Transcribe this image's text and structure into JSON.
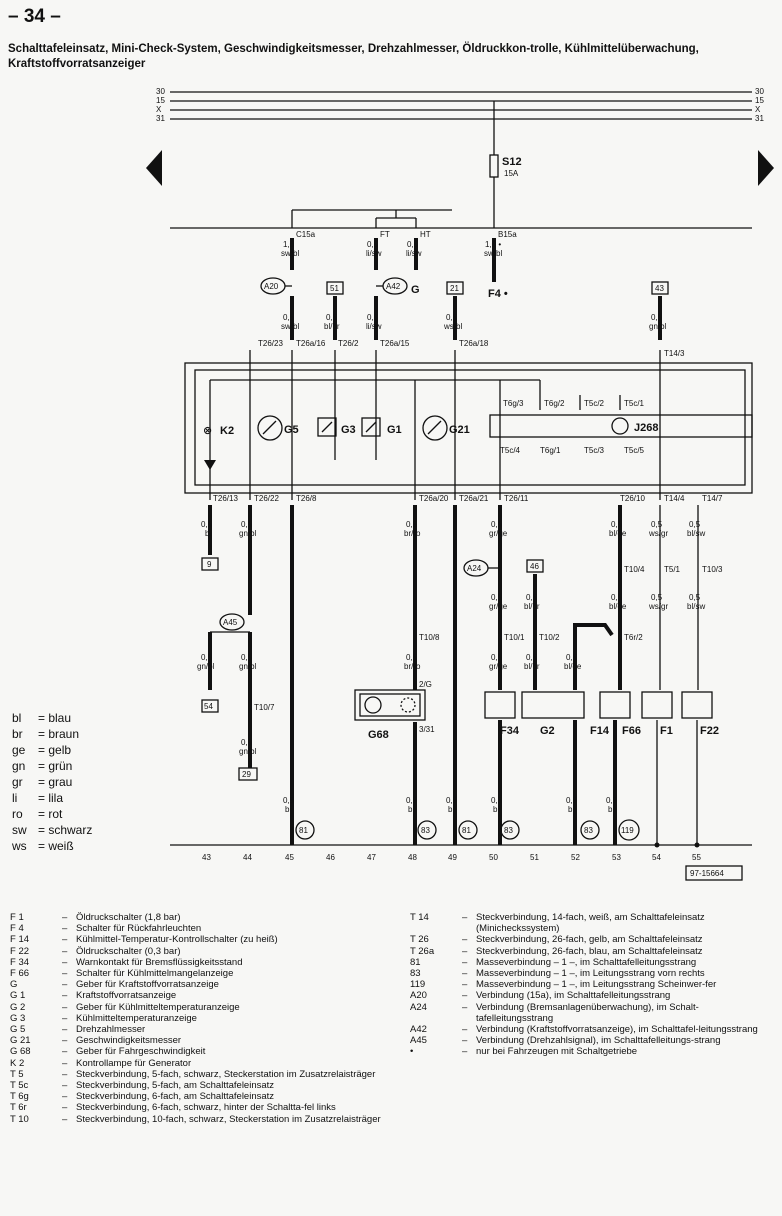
{
  "page": {
    "number": "– 34 –"
  },
  "title": "Schalttafeleinsatz, Mini-Check-System, Geschwindigkeitsmesser, Drehzahlmesser, Öldruckkon-trolle, Kühlmittelüberwachung, Kraftstoffvorratsanzeiger",
  "busbars": [
    "30",
    "15",
    "X",
    "31"
  ],
  "fuse": {
    "name": "S12",
    "rating": "15A"
  },
  "connectors": {
    "c15a": "C15a",
    "ft": "FT",
    "ht": "HT",
    "b15a": "B15a",
    "t26_23": "T26/23",
    "t26a_16": "T26a/16",
    "t26_2": "T26/2",
    "t26a_15": "T26a/15",
    "t26a_18": "T26a/18",
    "t14_3": "T14/3",
    "t6g_3": "T6g/3",
    "t6g_2": "T6g/2",
    "t5c_2": "T5c/2",
    "t5c_1": "T5c/1",
    "t5c_4": "T5c/4",
    "t6g_1": "T6g/1",
    "t5c_3": "T5c/3",
    "t5c_5": "T5c/5",
    "t26_13": "T26/13",
    "t26_22": "T26/22",
    "t26_8": "T26/8",
    "t26a_20": "T26a/20",
    "t26a_21": "T26a/21",
    "t26_11": "T26/11",
    "t26_10": "T26/10",
    "t14_4": "T14/4",
    "t14_7": "T14/7",
    "t10_4": "T10/4",
    "t5_1": "T5/1",
    "t10_3": "T10/3",
    "t10_8": "T10/8",
    "t10_1": "T10/1",
    "t10_2": "T10/2",
    "t6r_2": "T6r/2",
    "t10_7": "T10/7",
    "pin_2g": "2/G",
    "pin_331": "3/31"
  },
  "components": {
    "k2": "K2",
    "g5": "G5",
    "g3": "G3",
    "g1": "G1",
    "g21": "G21",
    "j268": "J268",
    "g": "G",
    "f4": "F4 •",
    "g68": "G68",
    "f34": "F34",
    "g2": "G2",
    "f14": "F14",
    "f66": "F66",
    "f1": "F1",
    "f22": "F22",
    "a20": "A20",
    "a42": "A42",
    "a24": "A24",
    "a45": "A45"
  },
  "refboxes": [
    "51",
    "21",
    "43",
    "9",
    "46",
    "54",
    "29"
  ],
  "wires": {
    "w1": [
      "1,0",
      "sw/bl"
    ],
    "w2": [
      "0,5",
      "li/sw"
    ],
    "w3": [
      "0,5",
      "li/sw"
    ],
    "w4": [
      "1,0 •",
      "sw/bl"
    ],
    "w5": [
      "0,5",
      "sw/bl"
    ],
    "w6": [
      "0,5",
      "bl/br"
    ],
    "w7": [
      "0,5",
      "li/sw"
    ],
    "w8": [
      "0,5",
      "ws/bl"
    ],
    "w9": [
      "0,5",
      "gn/bl"
    ],
    "w10": [
      "0,5",
      "bl"
    ],
    "w11": [
      "0,5",
      "gn/bl"
    ],
    "w12": [
      "0,5",
      "br/ro"
    ],
    "w13": [
      "0,5",
      "gr/ge"
    ],
    "w14": [
      "0,5",
      "bl/ge"
    ],
    "w15": [
      "0,5",
      "ws/gr"
    ],
    "w16": [
      "0,5",
      "bl/sw"
    ],
    "w17": [
      "0,5",
      "gr/ge"
    ],
    "w18": [
      "0,5",
      "bl/br"
    ],
    "w19": [
      "0,5",
      "bl/ge"
    ],
    "w20": [
      "0,5",
      "ws/gr"
    ],
    "w21": [
      "0,5",
      "bl/sw"
    ],
    "w22": [
      "0,5",
      "gn/bl"
    ],
    "w23": [
      "0,5",
      "gn/bl"
    ],
    "w24": [
      "0,5",
      "br/ro"
    ],
    "w25": [
      "0,5",
      "gr/ge"
    ],
    "w26": [
      "0,5",
      "bl/br"
    ],
    "w27": [
      "0,5",
      "bl/ge"
    ],
    "w28": [
      "0,5",
      "gn/bl"
    ],
    "w29": [
      "0,5",
      "br"
    ],
    "w30": [
      "0,5",
      "br"
    ],
    "w31": [
      "0,5",
      "br"
    ],
    "w32": [
      "0,5",
      "br"
    ],
    "w33": [
      "0,5",
      "br"
    ],
    "w34": [
      "0,5",
      "br"
    ]
  },
  "grounds": [
    "81",
    "83",
    "81",
    "83",
    "83",
    "119"
  ],
  "tracks": [
    "43",
    "44",
    "45",
    "46",
    "47",
    "48",
    "49",
    "50",
    "51",
    "52",
    "53",
    "54",
    "55"
  ],
  "drawing_number": "97-15664",
  "color_legend": [
    {
      "code": "bl",
      "name": "= blau"
    },
    {
      "code": "br",
      "name": "= braun"
    },
    {
      "code": "ge",
      "name": "= gelb"
    },
    {
      "code": "gn",
      "name": "= grün"
    },
    {
      "code": "gr",
      "name": "= grau"
    },
    {
      "code": "li",
      "name": "= lila"
    },
    {
      "code": "ro",
      "name": "= rot"
    },
    {
      "code": "sw",
      "name": "= schwarz"
    },
    {
      "code": "ws",
      "name": "= weiß"
    }
  ],
  "components_left": [
    {
      "code": "F 1",
      "desc": "Öldruckschalter (1,8 bar)"
    },
    {
      "code": "F 4",
      "desc": "Schalter für Rückfahrleuchten"
    },
    {
      "code": "F 14",
      "desc": "Kühlmittel-Temperatur-Kontrollschalter (zu heiß)"
    },
    {
      "code": "F 22",
      "desc": "Öldruckschalter (0,3 bar)"
    },
    {
      "code": "F 34",
      "desc": "Warnkontakt für Bremsflüssigkeitsstand"
    },
    {
      "code": "F 66",
      "desc": "Schalter für Kühlmittelmangelanzeige"
    },
    {
      "code": "G",
      "desc": "Geber für Kraftstoffvorratsanzeige"
    },
    {
      "code": "G 1",
      "desc": "Kraftstoffvorratsanzeige"
    },
    {
      "code": "G 2",
      "desc": "Geber für Kühlmitteltemperaturanzeige"
    },
    {
      "code": "G 3",
      "desc": "Kühlmitteltemperaturanzeige"
    },
    {
      "code": "G 5",
      "desc": "Drehzahlmesser"
    },
    {
      "code": "G 21",
      "desc": "Geschwindigkeitsmesser"
    },
    {
      "code": "G 68",
      "desc": "Geber für Fahrgeschwindigkeit"
    },
    {
      "code": "K 2",
      "desc": "Kontrollampe für Generator"
    },
    {
      "code": "T 5",
      "desc": "Steckverbindung, 5-fach, schwarz, Steckerstation im Zusatzrelaisträger"
    },
    {
      "code": "T 5c",
      "desc": "Steckverbindung, 5-fach, am Schalttafeleinsatz"
    },
    {
      "code": "T 6g",
      "desc": "Steckverbindung, 6-fach, am Schalttafeleinsatz"
    },
    {
      "code": "T 6r",
      "desc": "Steckverbindung, 6-fach, schwarz, hinter der Schaltta-fel links"
    },
    {
      "code": "T 10",
      "desc": "Steckverbindung, 10-fach, schwarz, Steckerstation im Zusatzrelaisträger"
    }
  ],
  "components_right": [
    {
      "code": "T 14",
      "desc": "Steckverbindung, 14-fach, weiß, am Schalttafeleinsatz (Minicheckssystem)"
    },
    {
      "code": "T 26",
      "desc": "Steckverbindung, 26-fach, gelb, am Schalttafeleinsatz"
    },
    {
      "code": "T 26a",
      "desc": "Steckverbindung, 26-fach, blau, am Schalttafeleinsatz"
    },
    {
      "code": "81",
      "desc": "Masseverbindung – 1 –, im Schalttafelleitungsstrang"
    },
    {
      "code": "83",
      "desc": "Masseverbindung – 1 –, im Leitungsstrang vorn rechts"
    },
    {
      "code": "119",
      "desc": "Masseverbindung – 1 –, im Leitungsstrang Scheinwer-fer"
    },
    {
      "code": "A20",
      "desc": "Verbindung (15a), im Schalttafelleitungsstrang"
    },
    {
      "code": "A24",
      "desc": "Verbindung (Bremsanlagenüberwachung), im Schalt-tafelleitungsstrang"
    },
    {
      "code": "A42",
      "desc": "Verbindung (Kraftstoffvorratsanzeige), im Schalttafel-leitungsstrang"
    },
    {
      "code": "A45",
      "desc": "Verbindung (Drehzahlsignal), im Schalttafelleitungs-strang"
    },
    {
      "code": "•",
      "desc": "nur bei Fahrzeugen mit Schaltgetriebe"
    }
  ]
}
